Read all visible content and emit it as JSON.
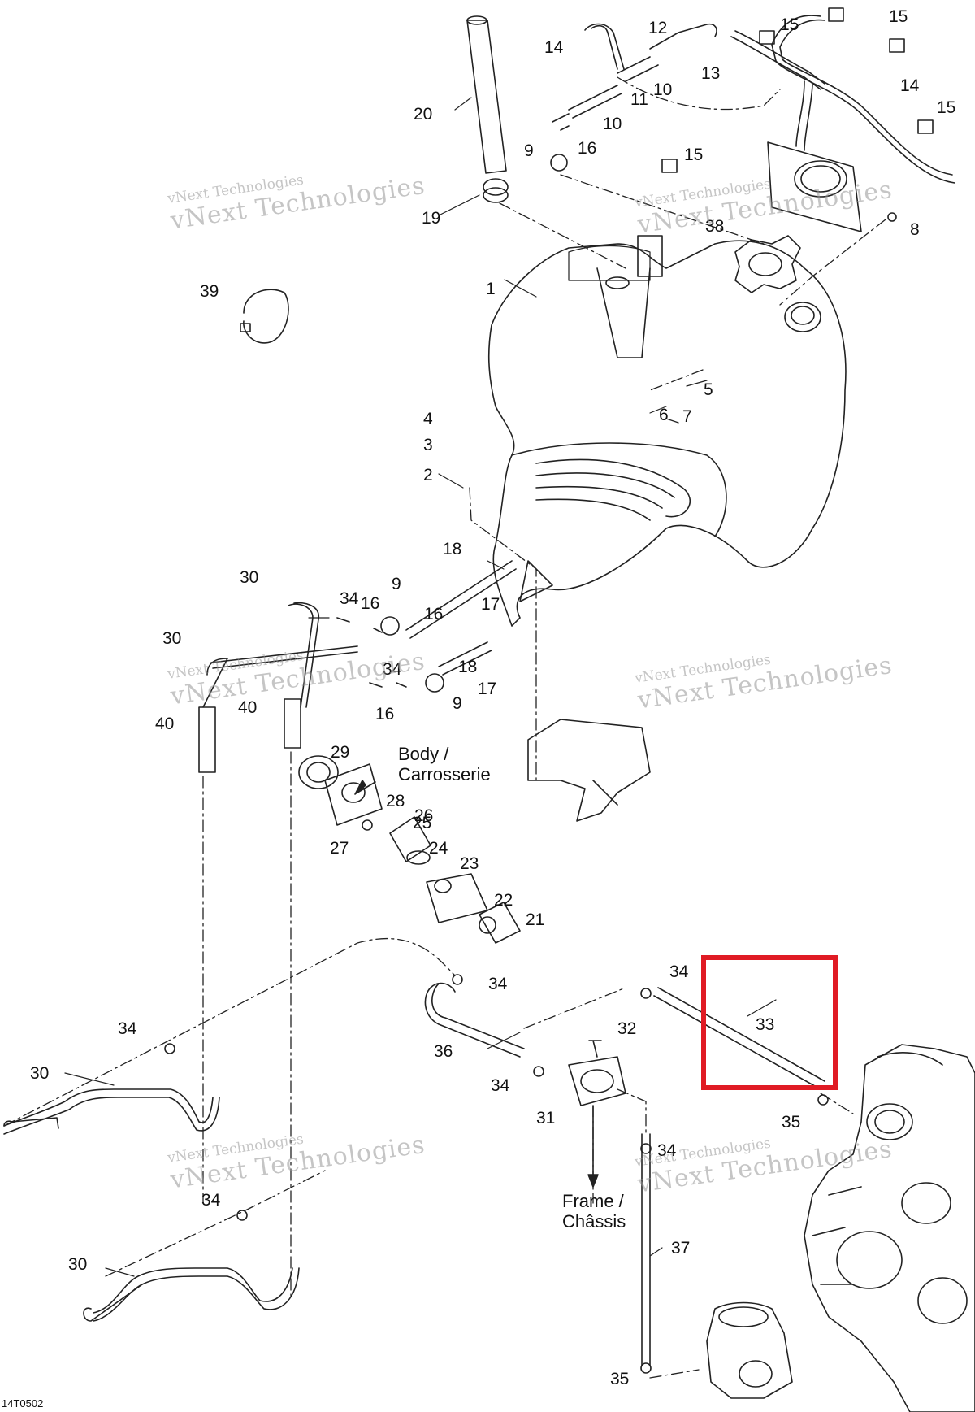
{
  "diagram": {
    "reference": "14T0502",
    "watermark": "vNext Technologies",
    "highlight": {
      "part": "33",
      "color": "#e01b24"
    },
    "notes": {
      "body": [
        "Body /",
        "Carrosserie"
      ],
      "frame": [
        "Frame /",
        "Châssis"
      ]
    },
    "callouts": [
      "1",
      "2",
      "3",
      "4",
      "5",
      "6",
      "7",
      "8",
      "9",
      "9",
      "9",
      "10",
      "10",
      "11",
      "12",
      "13",
      "14",
      "14",
      "15",
      "15",
      "15",
      "15",
      "16",
      "16",
      "16",
      "16",
      "17",
      "17",
      "18",
      "18",
      "19",
      "20",
      "21",
      "22",
      "23",
      "24",
      "25",
      "26",
      "27",
      "28",
      "29",
      "30",
      "30",
      "30",
      "30",
      "31",
      "32",
      "33",
      "34",
      "34",
      "34",
      "34",
      "34",
      "34",
      "34",
      "34",
      "35",
      "35",
      "36",
      "37",
      "38",
      "39",
      "40",
      "40"
    ]
  }
}
